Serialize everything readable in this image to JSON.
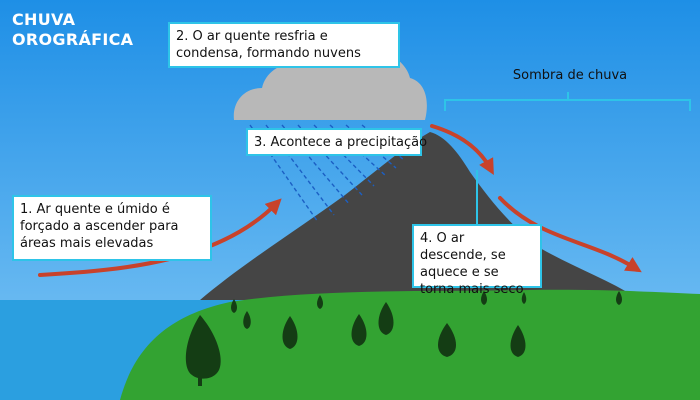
{
  "title": {
    "line1": "CHUVA",
    "line2": "OROGRÁFICA"
  },
  "steps": [
    {
      "text": "1. Ar quente e úmido é forçado a ascender para áreas mais elevadas"
    },
    {
      "text": "2. O ar quente resfria e condensa, formando nuvens"
    },
    {
      "text": "3. Acontece a precipitação"
    },
    {
      "text": "4. O ar descende, se aquece e se torna mais seco"
    }
  ],
  "rain_shadow_label": "Sombra de chuva",
  "colors": {
    "sky_top": "#1e8fe6",
    "sky_bottom": "#7fc6f5",
    "sea": "#2b9fe0",
    "mountain": "#454545",
    "grass": "#33a332",
    "tree": "#143d14",
    "cloud": "#b8b8b8",
    "arrow": "#c8422b",
    "accent": "#2ec4e8"
  }
}
